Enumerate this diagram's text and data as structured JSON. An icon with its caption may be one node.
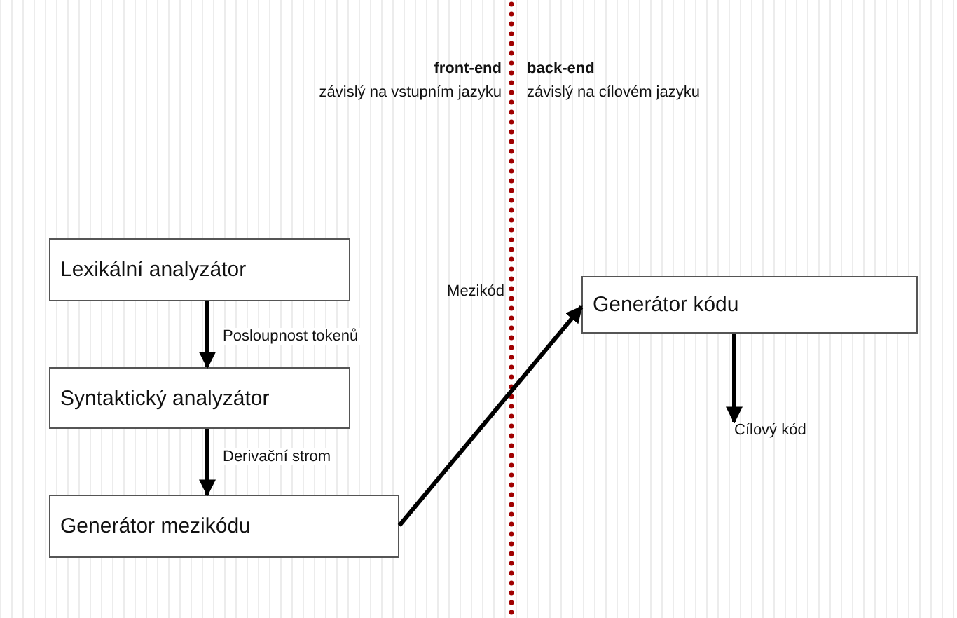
{
  "diagram": {
    "nodes": [
      {
        "text": [
          "Lexikální analyzátor"
        ]
      },
      {
        "text": [
          "Syntaktický analyzátor"
        ]
      },
      {
        "text": [
          "Generátor mezikódu"
        ]
      },
      {
        "text": [
          "Generátor kódu"
        ]
      },
      {
        "text": [
          "Cílový kód"
        ]
      }
    ],
    "edges": [
      {
        "from": 0,
        "to": 1,
        "arrow": "to",
        "label": "Posloupnost tokenů"
      },
      {
        "from": 1,
        "to": 2,
        "arrow": "to",
        "label": "Derivační strom"
      },
      {
        "from": 2,
        "to": 3,
        "arrow": "to"
      },
      {
        "from": 3,
        "to": 4,
        "arrow": "to"
      }
    ],
    "labels": [
      "front-end",
      "back-end",
      "závislý na vstupním jazyku",
      "závislý na cílovém jazyku",
      "Mezikód"
    ]
  }
}
